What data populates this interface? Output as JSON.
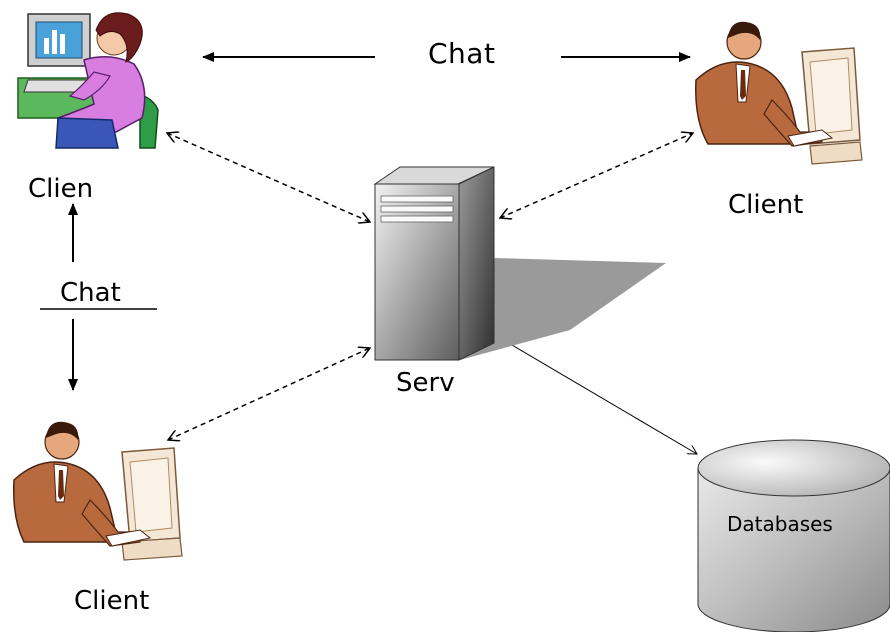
{
  "labels": {
    "chat_top": "Chat",
    "chat_left": "Chat",
    "client_top_left": "Clien",
    "client_top_right": "Client",
    "client_bottom_left": "Client",
    "server": "Serv",
    "database": "Databases"
  },
  "colors": {
    "line": "#000000",
    "server_front": "#8a8a8a",
    "server_side": "#5a5a5a",
    "server_shadow": "#9a9a9a",
    "database_fill": "#bdbdbd",
    "woman_shirt": "#d77ee0",
    "woman_hair": "#6b1d1d",
    "woman_desk": "#5cb85c",
    "woman_chair": "#2e9d45",
    "man_suit": "#b86a3e"
  },
  "icons": {
    "client_top_left": "woman-at-computer-icon",
    "client_top_right": "man-at-computer-icon",
    "client_bottom_left": "man-at-computer-icon",
    "server": "server-tower-icon",
    "database": "database-cylinder-icon"
  }
}
